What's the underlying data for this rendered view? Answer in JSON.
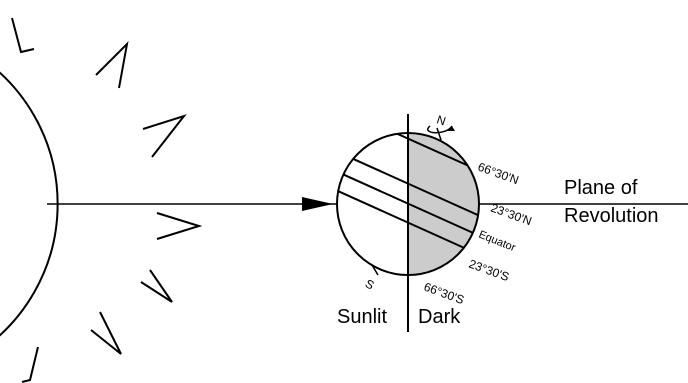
{
  "labels": {
    "plane": "Plane of",
    "revolution": "Revolution",
    "sunlit": "Sunlit",
    "dark": "Dark",
    "north": "N",
    "south": "S",
    "arctic_circle": "66°30'N",
    "tropic_cancer": "23°30'N",
    "equator": "Equator",
    "tropic_capricorn": "23°30'S",
    "antarctic_circle": "66°30'S"
  },
  "colors": {
    "dark_side": "#cccccc",
    "lines": "#000000"
  }
}
